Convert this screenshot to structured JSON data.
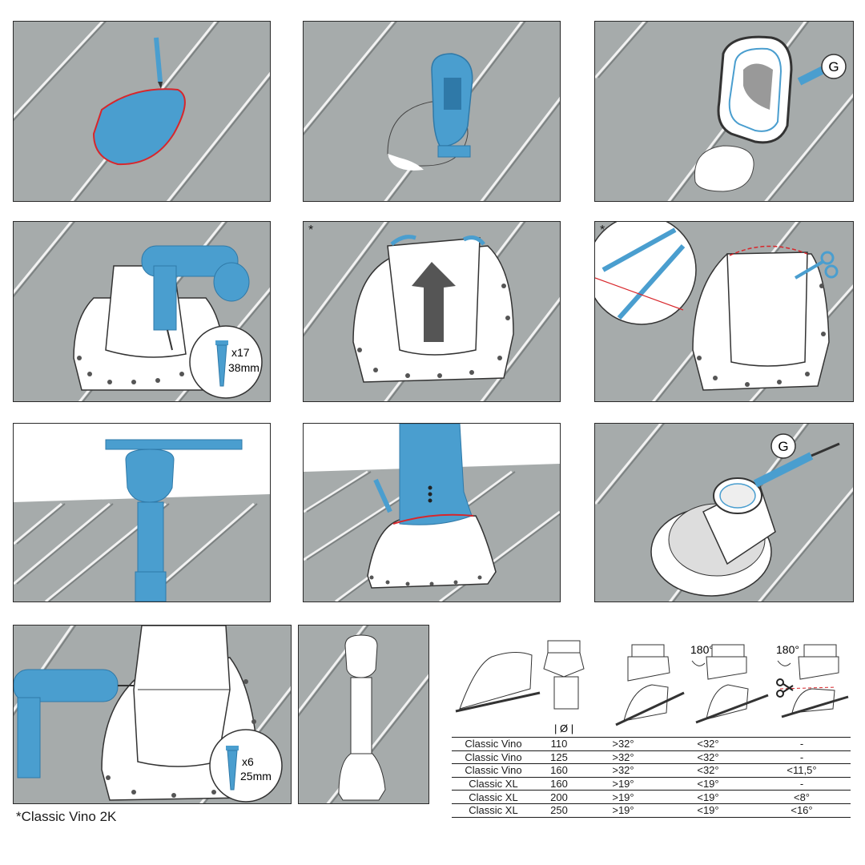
{
  "panels": [
    {
      "id": 1,
      "step_mark": "",
      "callout_letter": "",
      "callout_count": "",
      "callout_size": ""
    },
    {
      "id": 2,
      "step_mark": "",
      "callout_letter": "",
      "callout_count": "",
      "callout_size": ""
    },
    {
      "id": 3,
      "step_mark": "",
      "callout_letter": "G",
      "callout_count": "",
      "callout_size": ""
    },
    {
      "id": 4,
      "step_mark": "",
      "callout_letter": "",
      "callout_count": "x17",
      "callout_size": "38mm"
    },
    {
      "id": 5,
      "step_mark": "*",
      "callout_letter": "",
      "callout_count": "",
      "callout_size": ""
    },
    {
      "id": 6,
      "step_mark": "*",
      "callout_letter": "",
      "callout_count": "",
      "callout_size": ""
    },
    {
      "id": 7,
      "step_mark": "",
      "callout_letter": "",
      "callout_count": "",
      "callout_size": ""
    },
    {
      "id": 8,
      "step_mark": "",
      "callout_letter": "",
      "callout_count": "",
      "callout_size": ""
    },
    {
      "id": 9,
      "step_mark": "",
      "callout_letter": "G",
      "callout_count": "",
      "callout_size": ""
    },
    {
      "id": 10,
      "step_mark": "",
      "callout_letter": "",
      "callout_count": "x6",
      "callout_size": "25mm"
    },
    {
      "id": 11,
      "step_mark": "",
      "callout_letter": "",
      "callout_count": "",
      "callout_size": ""
    }
  ],
  "footnote": "*Classic Vino 2K",
  "legend": {
    "diameter_symbol": "| Ø |",
    "rotate_a": "180°",
    "rotate_b": "180°"
  },
  "table": {
    "rows": [
      [
        "Classic Vino",
        "110",
        ">32°",
        "<32°",
        "-"
      ],
      [
        "Classic Vino",
        "125",
        ">32°",
        "<32°",
        "-"
      ],
      [
        "Classic Vino",
        "160",
        ">32°",
        "<32°",
        "<11,5°"
      ],
      [
        "Classic XL",
        "160",
        ">19°",
        "<19°",
        "-"
      ],
      [
        "Classic XL",
        "200",
        ">19°",
        "<19°",
        "<8°"
      ],
      [
        "Classic XL",
        "250",
        ">19°",
        "<19°",
        "<16°"
      ]
    ]
  },
  "colors": {
    "roof": "#a6abab",
    "rib": "#8f9494",
    "blue": "#4a9ecf",
    "blue_dark": "#2f79a8",
    "red": "#d8262b",
    "white": "#ffffff"
  }
}
